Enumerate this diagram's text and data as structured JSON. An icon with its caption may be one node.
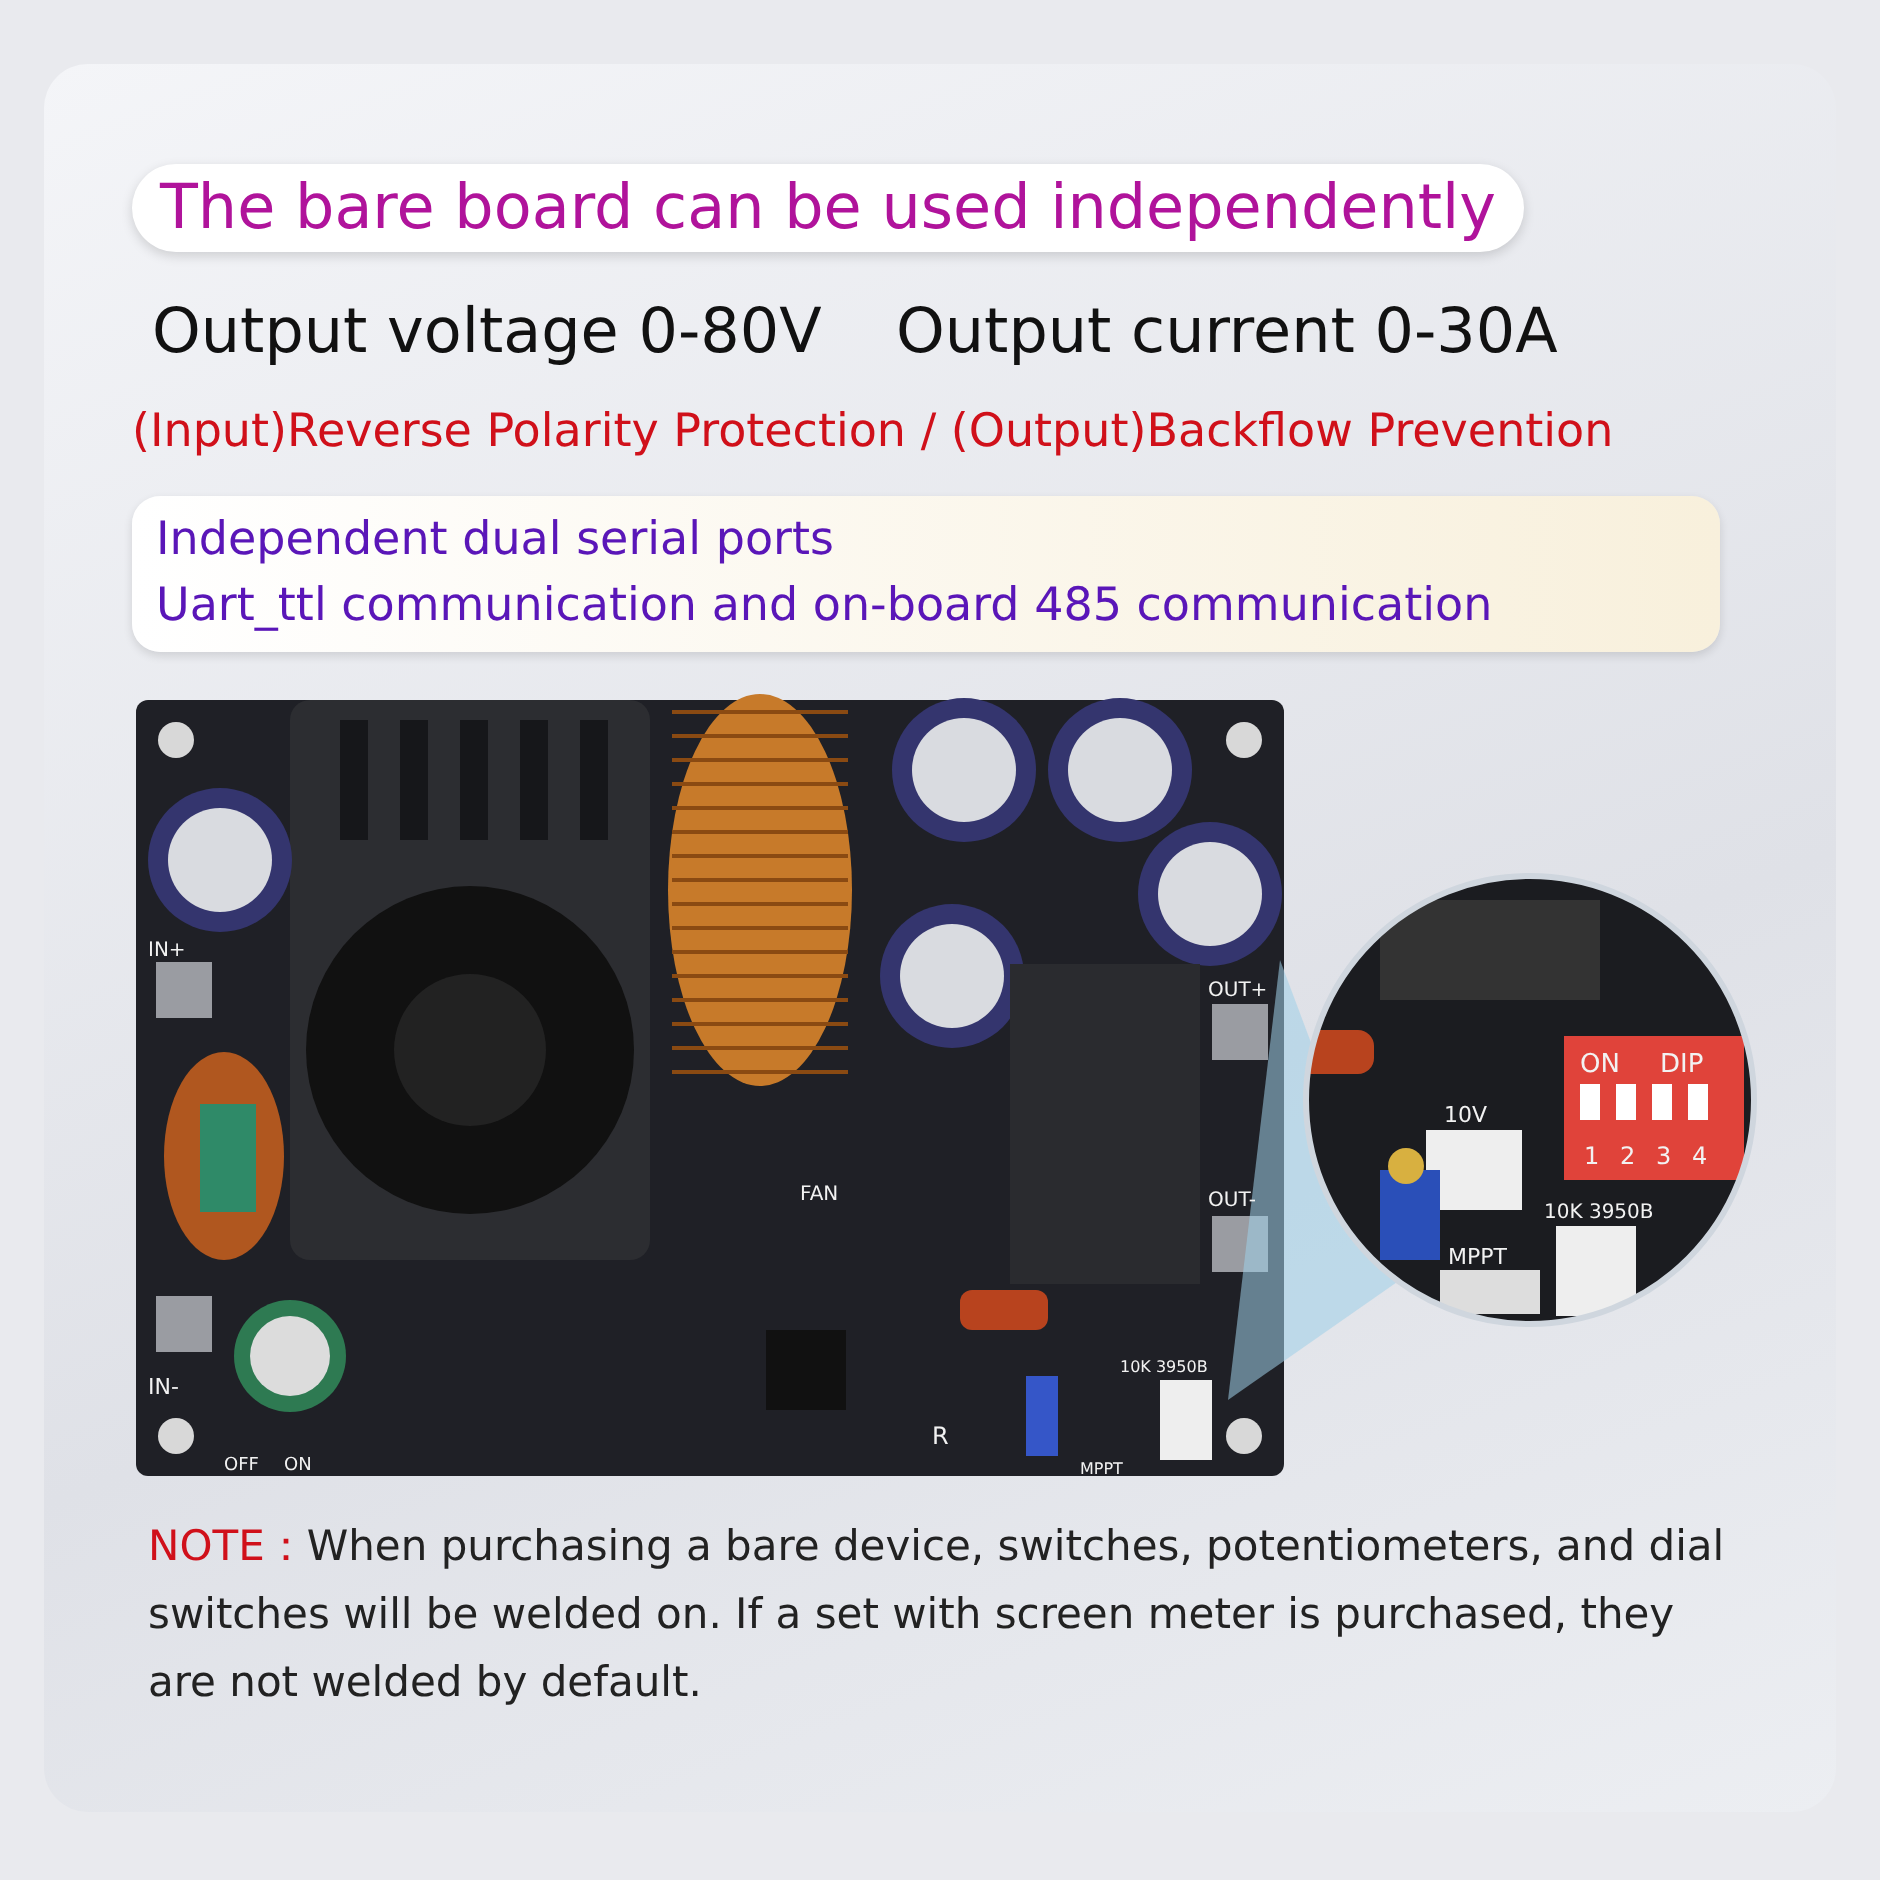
{
  "diagram": {
    "title": "The bare board can be used independently",
    "labels": [
      "Output voltage 0-80V",
      "Output current 0-30A",
      "(Input)Reverse Polarity Protection / (Output)Backflow Prevention",
      "Independent dual serial ports",
      "Uart_ttl communication and on-board 485 communication",
      "IN+",
      "FAN",
      "OUT+",
      "OUT-",
      "IN-",
      "OFF",
      "ON",
      "R",
      "10K 3950B",
      "MPPT",
      "ON",
      "DIP",
      "1",
      "2",
      "3",
      "4",
      "10V",
      "10K 3950B",
      "MPPT",
      "NOTE：",
      "When purchasing a bare device, switches, potentiometers, and dial switches will be welded on. If a set with screen meter is purchased, they are not welded by default."
    ]
  }
}
